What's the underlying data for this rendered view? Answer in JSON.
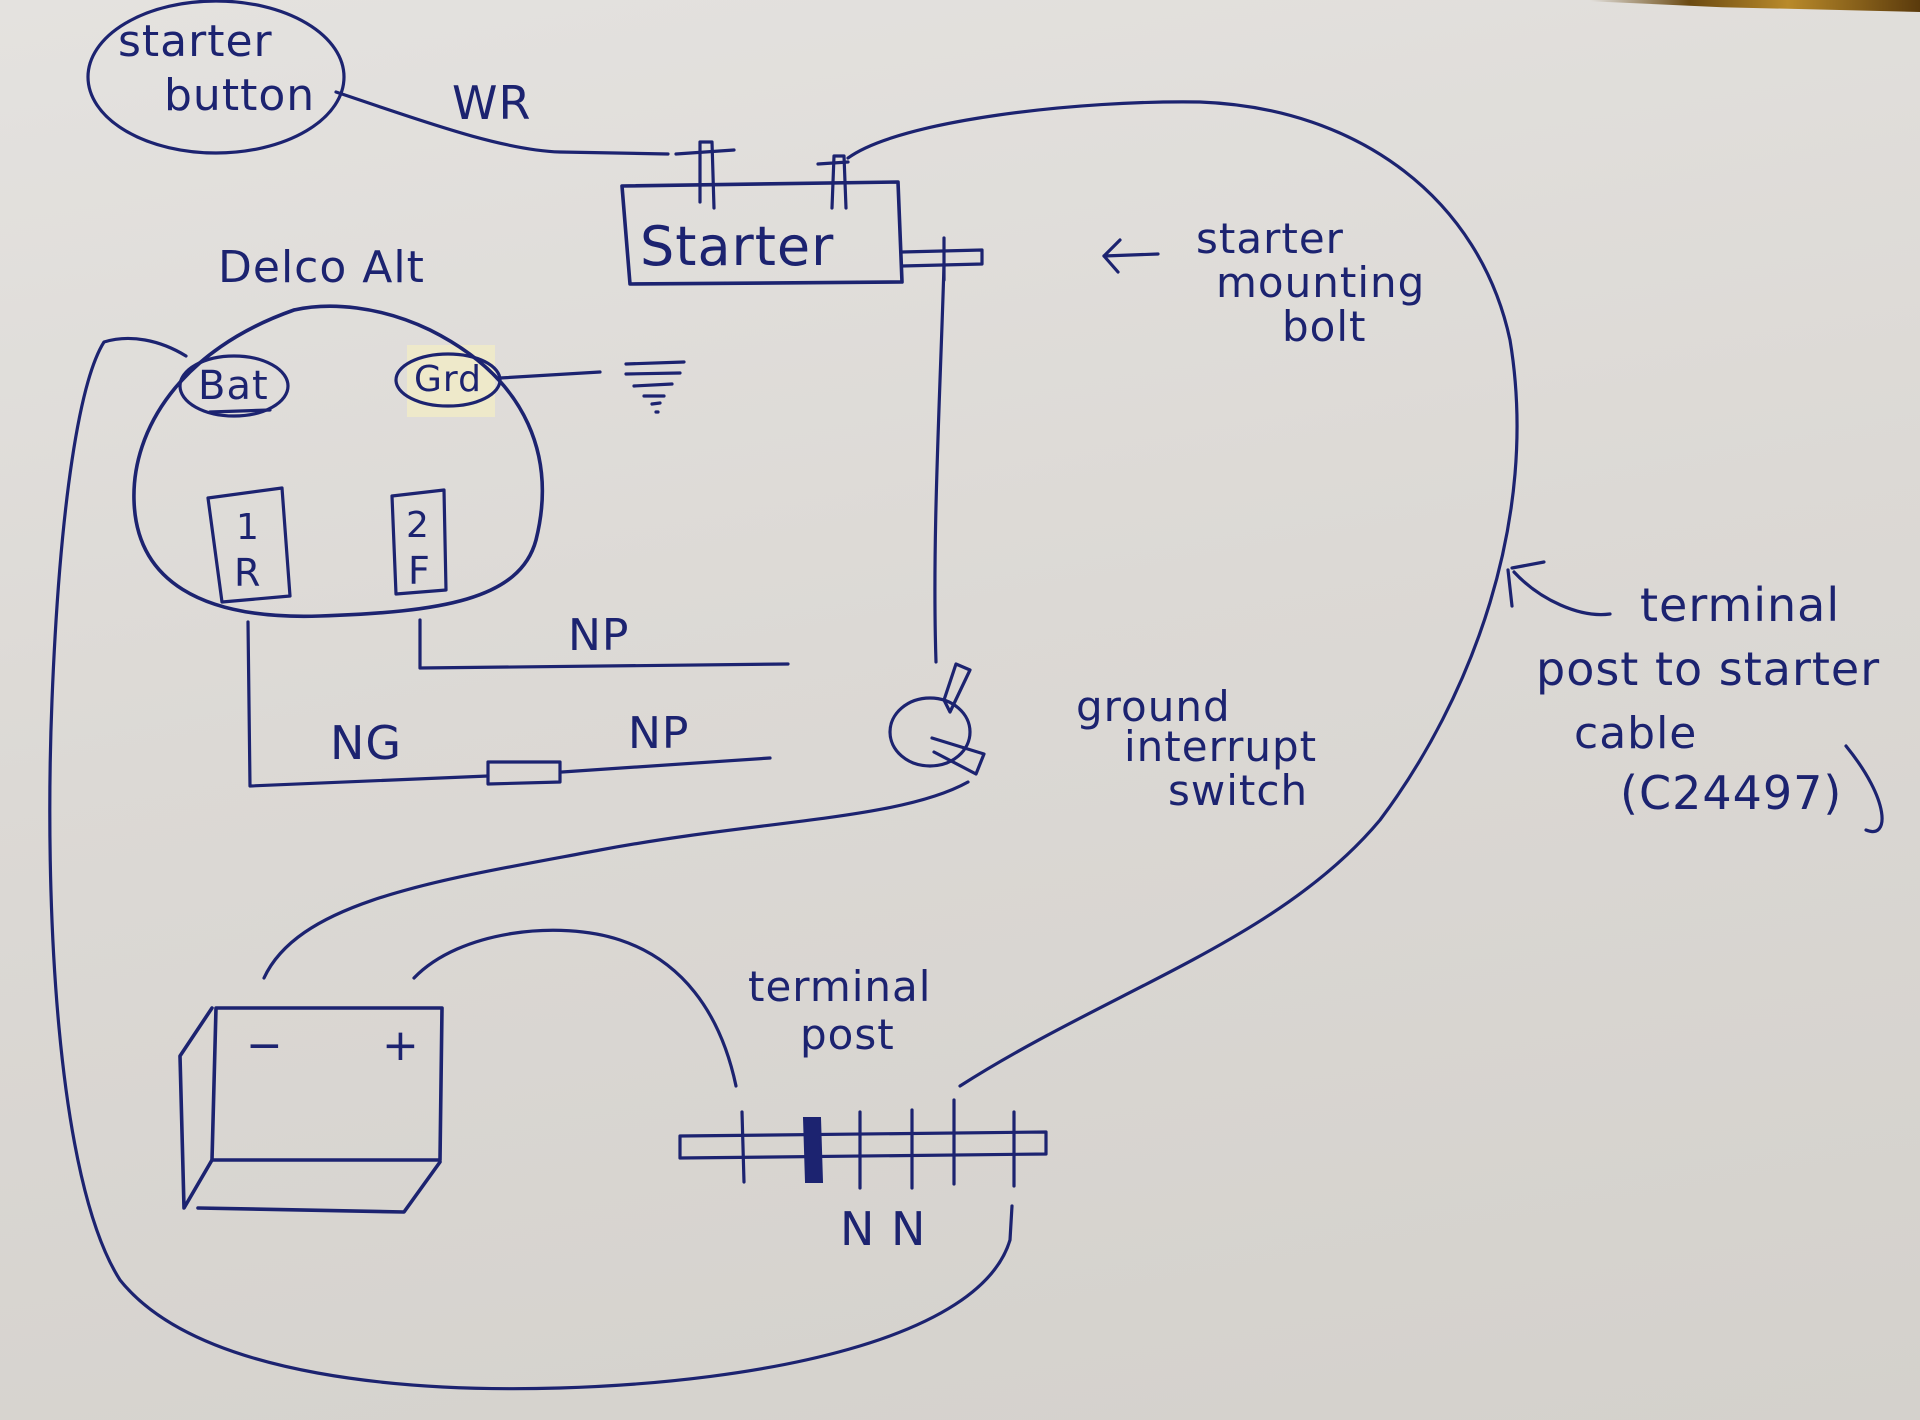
{
  "diagram": {
    "type": "hand-drawn wiring diagram",
    "ink_color": "#1c2370",
    "paper_color": "#e0ddd9",
    "components": {
      "starter_button": {
        "label_line1": "starter",
        "label_line2": "button"
      },
      "starter": {
        "label": "Starter"
      },
      "alternator": {
        "title": "Delco Alt",
        "terminals": {
          "bat": "Bat",
          "grd": "Grd",
          "terminal_1": "1",
          "terminal_r": "R",
          "terminal_2": "2",
          "terminal_f": "F"
        }
      },
      "ground_symbol": {
        "icon": "ground-icon"
      },
      "ground_interrupt_switch": {
        "label_line1": "ground",
        "label_line2": "interrupt",
        "label_line3": "switch"
      },
      "battery": {
        "negative": "−",
        "positive": "+"
      },
      "terminal_post": {
        "label_line1": "terminal",
        "label_line2": "post",
        "studs": 6
      }
    },
    "wire_labels": {
      "wr": "WR",
      "np_upper": "NP",
      "ng": "NG",
      "np_lower": "NP",
      "nn": "N N"
    },
    "annotations": {
      "starter_mounting_bolt": {
        "arrow": "←",
        "line1": "starter",
        "line2": "mounting",
        "line3": "bolt"
      },
      "cable_note": {
        "arrow": "↖",
        "line1": "terminal",
        "line2": "post to starter",
        "line3": "cable",
        "line4": "(C24497)"
      }
    }
  }
}
